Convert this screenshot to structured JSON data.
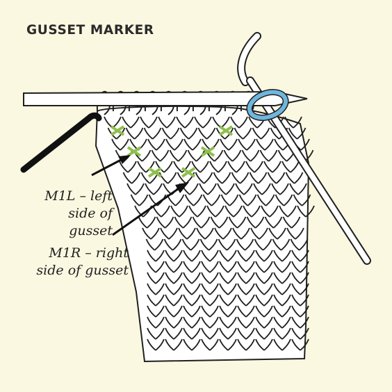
{
  "title": "GUSSET MARKER",
  "labels": {
    "m1l_line1": "M1L – left",
    "m1l_line2": "side of gusset",
    "m1r_line1": "M1R – right",
    "m1r_line2": "side of gusset"
  },
  "colors": {
    "background": "#fbf8e1",
    "outline": "#1f1f1f",
    "needle": "#ffffff",
    "marker": "#6fb6dd",
    "increase": "#8fbf4d",
    "working_yarn": "#111111"
  }
}
